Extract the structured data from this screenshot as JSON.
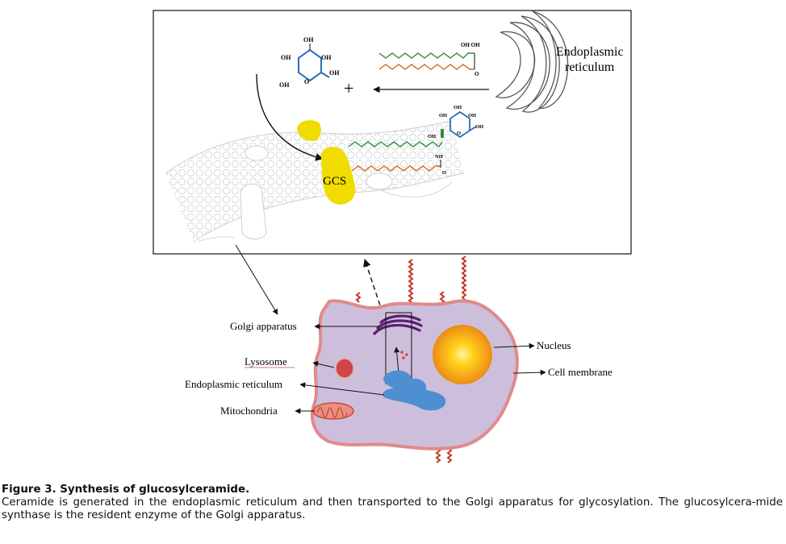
{
  "inset": {
    "er_label_line1": "Endoplasmic",
    "er_label_line2": "reticulum",
    "enzyme_label": "GCS",
    "plus": "+",
    "glucose_oh": [
      "OH",
      "OH",
      "OH",
      "OH",
      "OH"
    ],
    "glucose_ring_o": "O",
    "ceramide_oh": "OH OH",
    "ceramide_o": "O",
    "product_oh": [
      "OH",
      "OH",
      "OH",
      "OH",
      "OH"
    ],
    "product_ring_o": "O",
    "product_nh": "NH",
    "product_o": "O"
  },
  "cell": {
    "labels": {
      "golgi": "Golgi apparatus",
      "lysosome": "Lysosome",
      "er": "Endoplasmic reticulum",
      "mitochondria": "Mitochondria",
      "nucleus": "Nucleus",
      "membrane": "Cell membrane"
    }
  },
  "caption": {
    "title": "Figure 3. Synthesis of glucosylceramide.",
    "body": "Ceramide is generated in the endoplasmic reticulum and then transported to the Golgi apparatus for glycosylation. The glucosylcera-mide synthase is the resident enzyme of the Golgi apparatus."
  },
  "colors": {
    "glucose_blue": "#2a6ebb",
    "chain_green": "#2e8b3a",
    "chain_orange": "#d2691e",
    "enzyme_yellow": "#f0dc00",
    "cell_fill": "#cdbfdc",
    "cell_border": "#e08a8a",
    "nucleus_orange": "#f08a1c",
    "golgi_purple": "#5a1f6e",
    "er_blue": "#4d8fd0",
    "lysosome_red": "#d1454a",
    "receptor_red": "#c0392b"
  }
}
